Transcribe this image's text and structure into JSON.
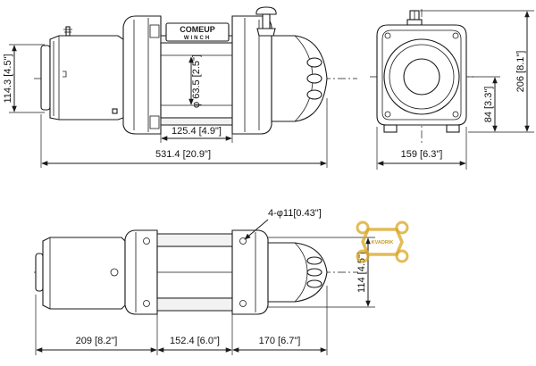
{
  "logo": {
    "line1": "COMEUP",
    "line2": "WINCH"
  },
  "watermark": {
    "text": "KVADRIK",
    "color": "#d9a520"
  },
  "dimensions": {
    "top_left_height": "114.3 [4.5\"]",
    "drum_diameter": "φ 63.5 [2.5\"]",
    "drum_length": "125.4 [4.9\"]",
    "overall_length": "531.4 [20.9\"]",
    "side_height": "206 [8.1\"]",
    "side_center_height": "84 [3.3\"]",
    "side_width": "159 [6.3\"]",
    "bolt_holes": "4-φ11[0.43\"]",
    "bottom_height": "114 [4.5\"]",
    "motor_length": "209 [8.2\"]",
    "bolt_spacing": "152.4 [6.0\"]",
    "gearbox_length": "170 [6.7\"]"
  },
  "colors": {
    "line": "#1a1a1a",
    "background": "#ffffff"
  }
}
